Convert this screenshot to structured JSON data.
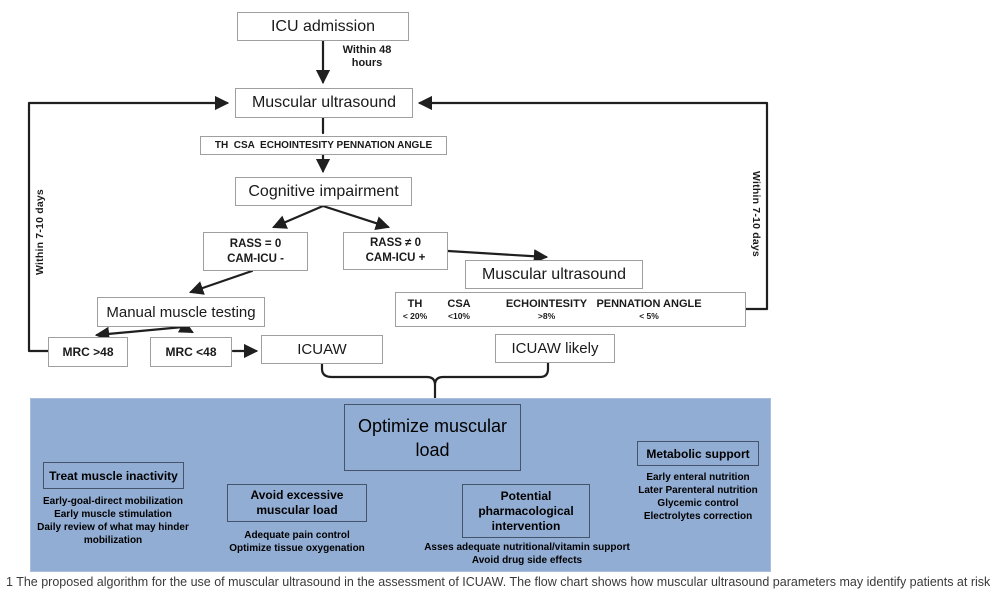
{
  "colors": {
    "panel_blue": "#92add3",
    "box_border_gray": "#9f9f9f",
    "panel_box_border": "#44546a",
    "line_black": "#1f1f1f"
  },
  "flow": {
    "icu_admission": "ICU admission",
    "within_48_hours": "Within 48\nhours",
    "muscular_ultrasound": "Muscular ultrasound",
    "params_header_line": "TH  CSA  ECHOINTESITY PENNATION ANGLE",
    "cognitive_impairment": "Cognitive impairment",
    "rass_0": "RASS = 0\nCAM-ICU -",
    "rass_not_0": "RASS ≠ 0\nCAM-ICU +",
    "muscular_ultrasound_2": "Muscular ultrasound",
    "params": {
      "cols": [
        {
          "h": "TH",
          "v": "< 20%"
        },
        {
          "h": "CSA",
          "v": "<10%"
        },
        {
          "h": "ECHOINTESITY",
          "v": ">8%"
        },
        {
          "h": "PENNATION ANGLE",
          "v": "< 5%"
        }
      ]
    },
    "manual_muscle_testing": "Manual muscle testing",
    "mrc_gt_48": "MRC >48",
    "mrc_lt_48": "MRC <48",
    "icuaw": "ICUAW",
    "icuaw_likely": "ICUAW likely",
    "within_7_10_left": "Within 7-10 days",
    "within_7_10_right": "Within 7-10 days"
  },
  "panel": {
    "optimize_load": "Optimize muscular\nload",
    "treat_title": "Treat muscle inactivity",
    "treat_items": "Early-goal-direct mobilization\nEarly muscle stimulation\nDaily review of what may hinder\nmobilization",
    "avoid_title": "Avoid excessive\nmuscular load",
    "avoid_items": "Adequate pain control\nOptimize tissue oxygenation",
    "pharma_title": "Potential\npharmacological\nintervention",
    "pharma_items": "Asses adequate nutritional/vitamin support\nAvoid drug side effects",
    "metabolic_title": "Metabolic support",
    "metabolic_items": "Early enteral nutrition\nLater Parenteral nutrition\nGlycemic control\nElectrolytes correction"
  },
  "caption": "1 The proposed algorithm for the use of muscular ultrasound in the assessment of ICUAW. The flow chart shows how muscular ultrasound parameters may identify patients at risk"
}
